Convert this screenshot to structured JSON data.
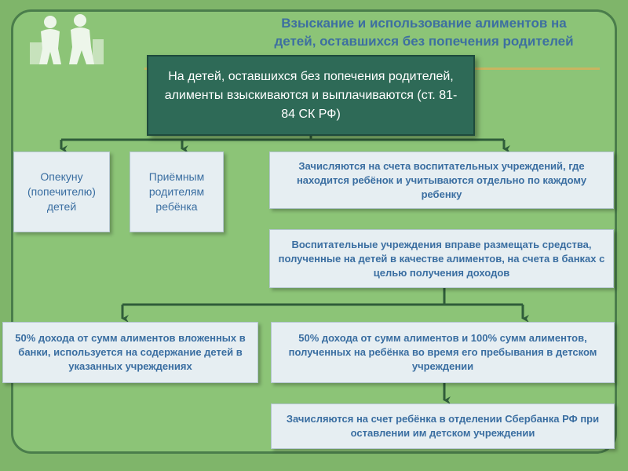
{
  "title_line1": "Взыскание и использование алиментов на",
  "title_line2": "детей, оставшихся без попечения родителей",
  "main_box": "На детей, оставшихся без попечения родителей, алименты взыскиваются и выплачиваются (ст. 81-84 СК РФ)",
  "boxes": {
    "guardian": "Опекуну (попечителю) детей",
    "foster": "Приёмным родителям ребёнка",
    "institution_accounts": "Зачисляются на счета воспитательных учреждений, где находится ребёнок и учитываются отдельно по каждому ребенку",
    "institutions_may_deposit": "Воспитательные учреждения вправе размещать средства, полученные на детей в качестве алиментов, на счета в банках с целью получения доходов",
    "fifty_percent_maintenance": "50% дохода от сумм алиментов вложенных в банки, используется на содержание детей в указанных учреждениях",
    "fifty_hundred_percent": "50% дохода от сумм алиментов и 100% сумм алиментов, полученных на ребёнка во время его пребывания в детском учреждении",
    "sberbank": "Зачисляются на счет ребёнка в отделении Сбербанка РФ при оставлении им детском учреждении"
  },
  "colors": {
    "background": "#8cc477",
    "frame_border": "#4a7d4b",
    "title": "#3d6fa0",
    "main_box": "#2e6a57",
    "box_fill": "#e6eef2",
    "box_text": "#3a6ea1",
    "connector": "#2f5d3a"
  }
}
